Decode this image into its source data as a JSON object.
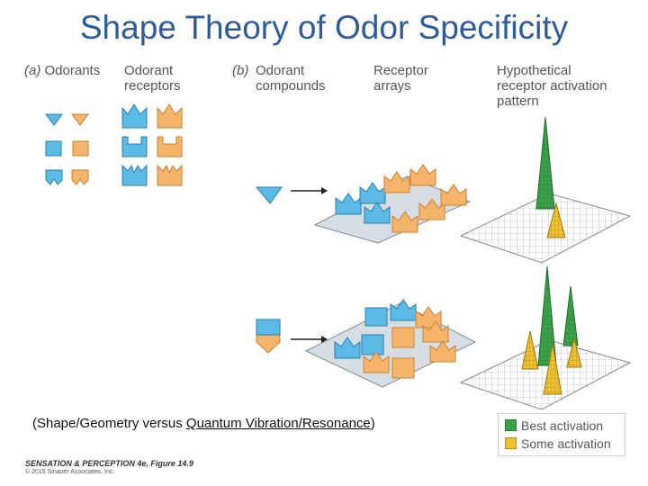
{
  "title": "Shape Theory of Odor Specificity",
  "panel_a": {
    "letter": "(a)",
    "odorants_label": "Odorants",
    "receptors_label": "Odorant\nreceptors"
  },
  "panel_b": {
    "letter": "(b)",
    "compounds_label": "Odorant\ncompounds",
    "arrays_label": "Receptor\narrays",
    "pattern_label": "Hypothetical\nreceptor activation\npattern"
  },
  "caption": {
    "prefix": "(Shape/Geometry versus ",
    "link_text": "Quantum Vibration/Resonance",
    "suffix": ")"
  },
  "legend": {
    "best": "Best activation",
    "some": "Some activation",
    "best_color": "#3aa34a",
    "some_color": "#f2c12e"
  },
  "colors": {
    "title": "#2e5c9a",
    "blue_shape": "#5bbbe6",
    "orange_shape": "#f6b46a"
  },
  "credit": {
    "line1": "SENSATION & PERCEPTION 4e, Figure 14.9",
    "line2": "© 2015 Sinauer Associates, Inc."
  }
}
